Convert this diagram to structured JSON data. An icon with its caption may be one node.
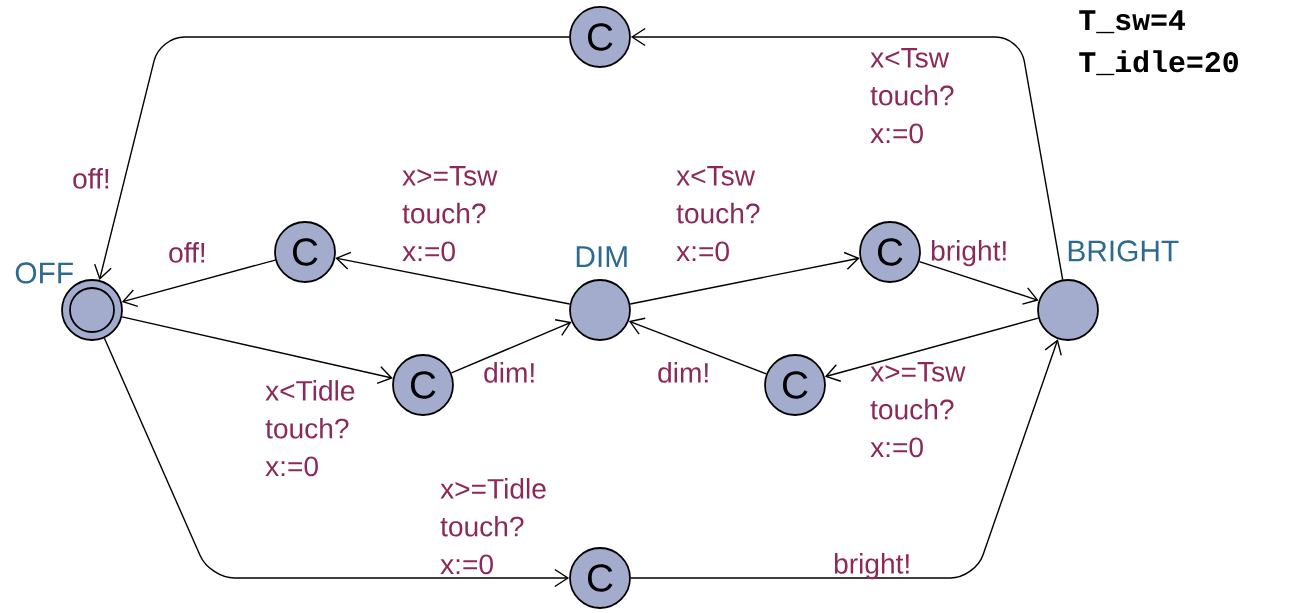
{
  "diagram": {
    "nodes": [
      {
        "text": [
          "OFF"
        ]
      },
      {
        "text": [
          "C"
        ]
      },
      {
        "text": [
          "C"
        ]
      },
      {
        "text": [
          "DIM"
        ]
      },
      {
        "text": [
          "C"
        ]
      },
      {
        "text": [
          "BRIGHT"
        ]
      },
      {
        "text": [
          "C"
        ]
      },
      {
        "text": [
          "C"
        ]
      },
      {
        "text": [
          "C"
        ]
      }
    ],
    "edges": [
      {
        "from": 5,
        "to": 1,
        "arrow": "to",
        "label": "x<Tsw touch? x:=0"
      },
      {
        "from": 1,
        "to": 0,
        "arrow": "to",
        "label": "off!"
      },
      {
        "from": 3,
        "to": 2,
        "arrow": "to",
        "label": "x>=Tsw touch? x:=0"
      },
      {
        "from": 2,
        "to": 0,
        "arrow": "to",
        "label": "off!"
      },
      {
        "from": 0,
        "to": 6,
        "arrow": "to",
        "label": "x<Tidle touch? x:=0"
      },
      {
        "from": 6,
        "to": 3,
        "arrow": "to",
        "label": "dim!"
      },
      {
        "from": 3,
        "to": 4,
        "arrow": "to",
        "label": "x<Tsw touch? x:=0"
      },
      {
        "from": 4,
        "to": 5,
        "arrow": "to",
        "label": "bright!"
      },
      {
        "from": 5,
        "to": 7,
        "arrow": "to",
        "label": "x>=Tsw touch? x:=0"
      },
      {
        "from": 7,
        "to": 3,
        "arrow": "to",
        "label": "dim!"
      },
      {
        "from": 0,
        "to": 8,
        "arrow": "to",
        "label": "x>=Tidle touch? x:=0"
      },
      {
        "from": 8,
        "to": 5,
        "arrow": "to",
        "label": "bright!"
      }
    ],
    "labels": [
      "T_sw=4",
      "T_idle=20"
    ]
  }
}
